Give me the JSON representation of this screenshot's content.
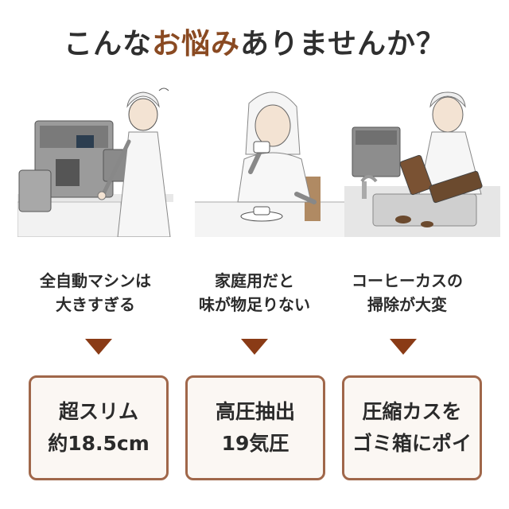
{
  "headline": {
    "before": "こんな",
    "accent": "お悩み",
    "after": "ありませんか？",
    "accent_color": "#8a4a22"
  },
  "problems": [
    {
      "illustration": "woman-large-espresso-machine-illustration",
      "caption_line1": "全自動マシンは",
      "caption_line2": "大きすぎる",
      "solution_line1": "超スリム",
      "solution_line2": "約18.5cm"
    },
    {
      "illustration": "woman-tasting-coffee-illustration",
      "caption_line1": "家庭用だと",
      "caption_line2": "味が物足りない",
      "solution_line1": "高圧抽出",
      "solution_line2": "19気圧"
    },
    {
      "illustration": "woman-cleaning-coffee-grounds-illustration",
      "caption_line1": "コーヒーカスの",
      "caption_line2": "掃除が大変",
      "solution_line1": "圧縮カスを",
      "solution_line2": "ゴミ箱にポイ"
    }
  ],
  "colors": {
    "arrow": "#8a3b16",
    "box_border": "#a0674a",
    "text": "#2b2b2b"
  }
}
